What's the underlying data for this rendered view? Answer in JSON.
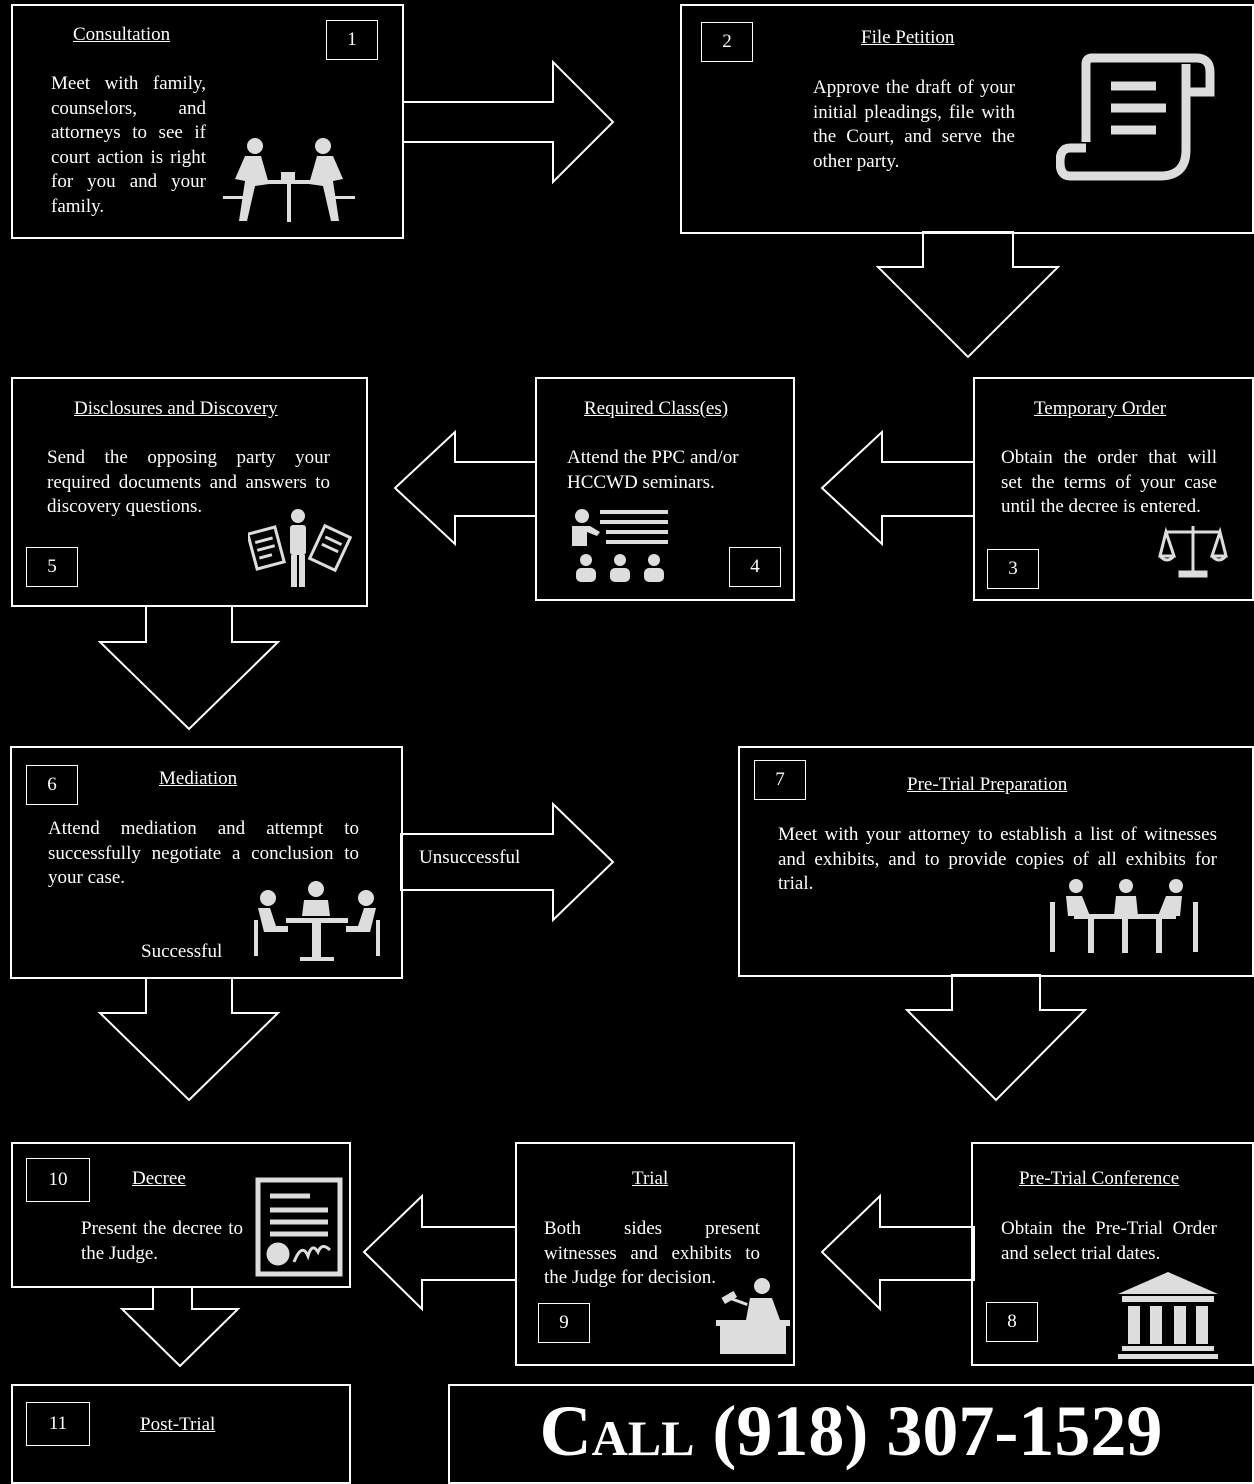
{
  "steps": [
    {
      "num": "1",
      "title": "Consultation",
      "desc": "Meet with family, counselors, and attorneys to see if court action is right for you and your family.",
      "icon": "consultation-meeting-icon"
    },
    {
      "num": "2",
      "title": "File Petition",
      "desc": "Approve the draft of your initial pleadings, file with the Court, and serve the other party.",
      "icon": "scroll-document-icon"
    },
    {
      "num": "3",
      "title": "Temporary Order",
      "desc": "Obtain the order that will set the terms of your case until the decree is entered.",
      "icon": "scales-of-justice-icon"
    },
    {
      "num": "4",
      "title": "Required Class(es)",
      "desc": "Attend the PPC and/or HCCWD seminars.",
      "icon": "classroom-presentation-icon"
    },
    {
      "num": "5",
      "title": "Disclosures and Discovery",
      "desc": "Send the opposing party your required documents and answers to discovery questions.",
      "icon": "person-documents-icon"
    },
    {
      "num": "6",
      "title": "Mediation",
      "desc": "Attend mediation and attempt to successfully negotiate a conclusion to your case.",
      "icon": "mediation-table-icon"
    },
    {
      "num": "7",
      "title": "Pre-Trial Preparation",
      "desc": "Meet with your attorney to establish a list of witnesses and exhibits, and to provide copies of all exhibits for trial.",
      "icon": "meeting-table-icon"
    },
    {
      "num": "8",
      "title": "Pre-Trial Conference",
      "desc": "Obtain the Pre-Trial Order and select trial dates.",
      "icon": "courthouse-icon"
    },
    {
      "num": "9",
      "title": "Trial",
      "desc": "Both sides present witnesses and exhibits to the Judge for decision.",
      "icon": "judge-gavel-icon"
    },
    {
      "num": "10",
      "title": "Decree",
      "desc": "Present the decree to the Judge.",
      "icon": "signed-certificate-icon"
    },
    {
      "num": "11",
      "title": "Post-Trial",
      "desc": "",
      "icon": ""
    }
  ],
  "edge_labels": {
    "unsuccessful": "Unsuccessful",
    "successful": "Successful"
  },
  "call": {
    "text": "Call (918) 307-1529"
  }
}
